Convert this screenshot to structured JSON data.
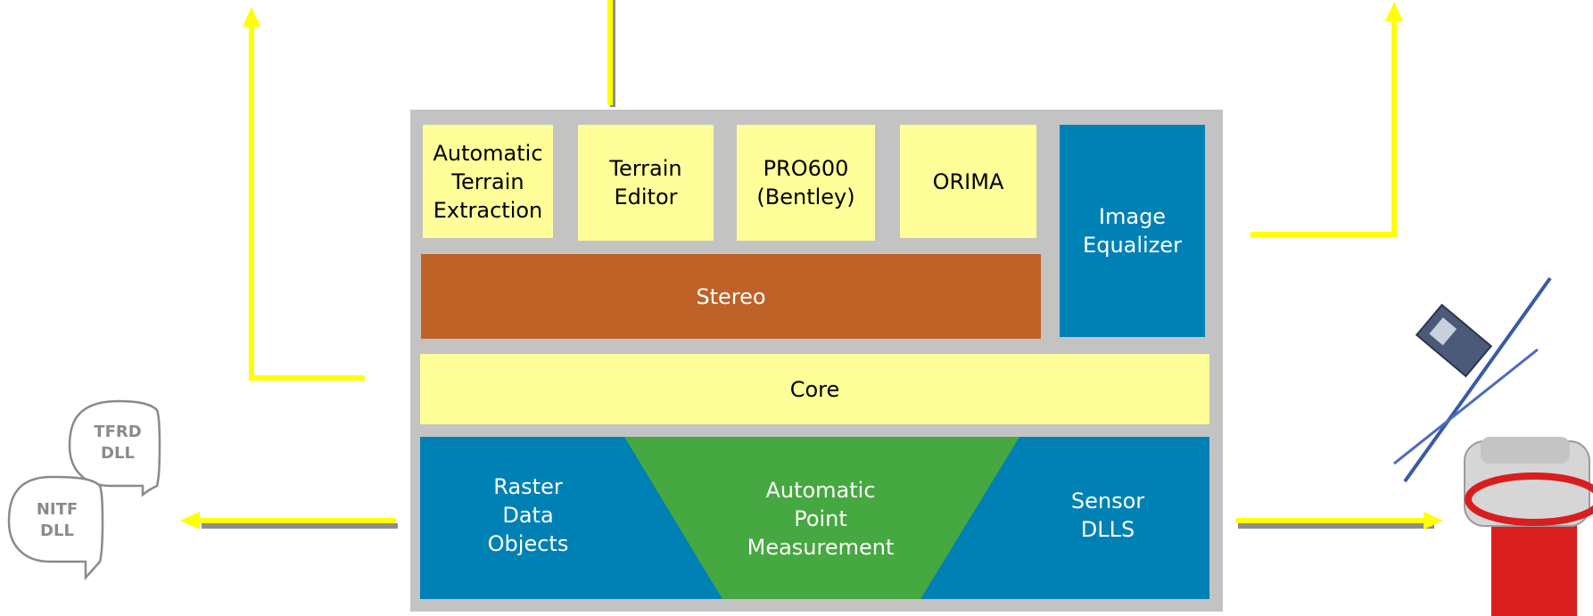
{
  "modules": {
    "ate": "Automatic\nTerrain\nExtraction",
    "terrain_editor": "Terrain\nEditor",
    "pro600": "PRO600\n(Bentley)",
    "orima": "ORIMA",
    "image_equalizer": "Image\nEqualizer",
    "stereo": "Stereo",
    "core": "Core",
    "raster_data_objects": "Raster\nData\nObjects",
    "apm": "Automatic\nPoint\nMeasurement",
    "sensor_dlls": "Sensor\nDLLS"
  },
  "dlls": {
    "tfrd": "TFRD\nDLL",
    "nitf": "NITF\nDLL"
  },
  "colors": {
    "frame": "#c3c3c3",
    "yellow_box": "#ffff99",
    "blue_box": "#0081b5",
    "brown_box": "#bf6228",
    "green_funnel": "#46a840",
    "arrow": "#ffff00",
    "arrow_shadow": "#8c8c8c"
  }
}
